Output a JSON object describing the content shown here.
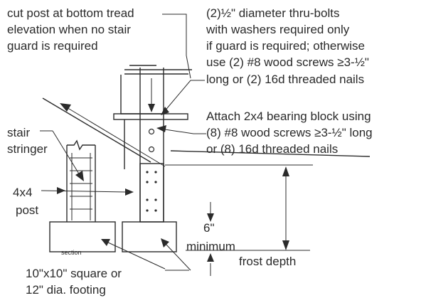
{
  "labels": {
    "cut_post_1": "cut post at bottom tread",
    "cut_post_2": "elevation when no stair",
    "cut_post_3": "guard is required",
    "bolts_1": "(2)½\" diameter thru-bolts",
    "bolts_2": "with washers required only",
    "bolts_3": "if guard is required; otherwise",
    "bolts_4": "use (2) #8 wood screws ≥3-½\"",
    "bolts_5": "long or (2) 16d threaded nails",
    "block_1": "Attach 2x4 bearing block using",
    "block_2": "(8) #8 wood screws ≥3-½\" long",
    "block_3": "or (8) 16d threaded nails",
    "stringer_1": "stair",
    "stringer_2": "stringer",
    "post_1": "4x4",
    "post_2": "post",
    "min_1": "6\"",
    "min_2": "minimum",
    "frost": "frost depth",
    "section": "section",
    "footing_1": "10\"x10\" square or",
    "footing_2": "12\" dia. footing"
  }
}
